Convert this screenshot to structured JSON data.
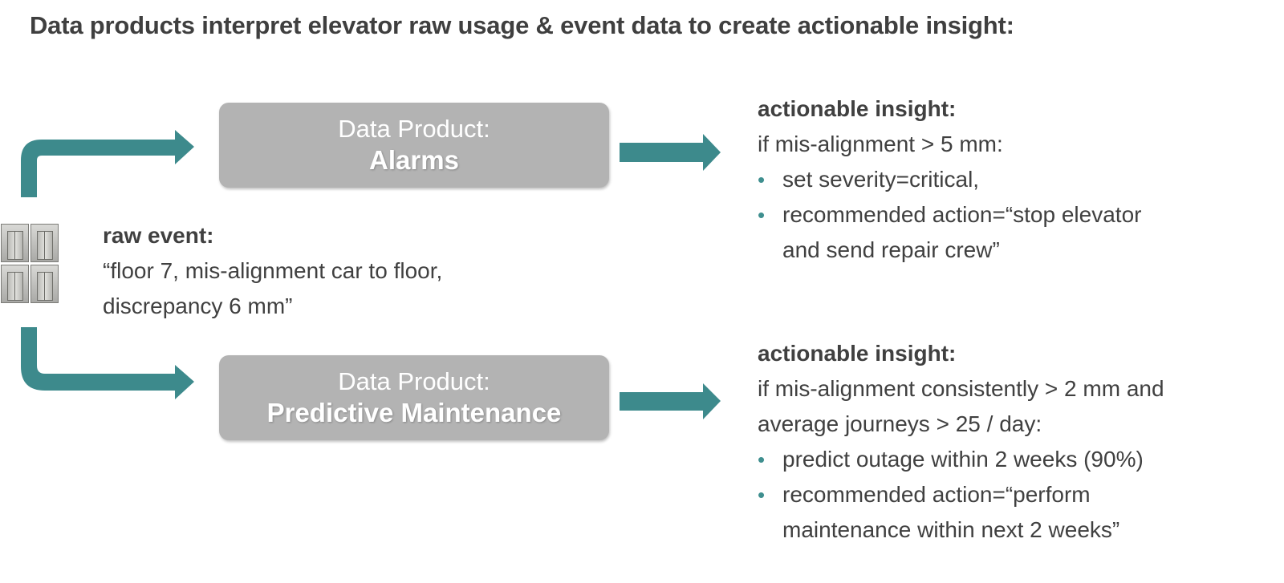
{
  "title": "Data products interpret elevator raw usage & event data to create actionable insight:",
  "colors": {
    "arrow": "#3d8a8c",
    "box": "#b3b3b3",
    "bullet": "#3f8f8f"
  },
  "products": {
    "alarms": {
      "label": "Data Product:",
      "name": "Alarms"
    },
    "predictive": {
      "label": "Data Product:",
      "name": "Predictive Maintenance"
    }
  },
  "raw_event": {
    "heading": "raw event:",
    "line1": "“floor 7, mis-alignment car to floor,",
    "line2": "discrepancy 6 mm”"
  },
  "insight_alarms": {
    "heading": "actionable insight:",
    "condition": "if mis-alignment > 5 mm:",
    "bullets": [
      {
        "line1": "set severity=critical,"
      },
      {
        "line1": "recommended action=“stop elevator",
        "line2": "and send repair crew”"
      }
    ]
  },
  "insight_pm": {
    "heading": "actionable insight:",
    "condition1": "if mis-alignment consistently > 2 mm and",
    "condition2": "average journeys > 25 / day:",
    "bullets": [
      {
        "line1": "predict outage within 2 weeks (90%)"
      },
      {
        "line1": "recommended action=“perform",
        "line2": "maintenance within next 2 weeks”"
      }
    ]
  },
  "icons": {
    "bullet": "•",
    "elevator": "elevator-icon",
    "arrow": "arrow-right-icon"
  }
}
